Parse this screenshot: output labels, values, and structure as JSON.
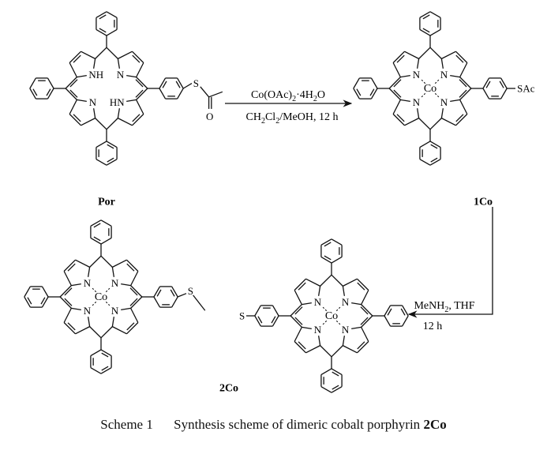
{
  "atoms": {
    "N": "N",
    "NH": "NH",
    "HN": "HN",
    "Co": "Co",
    "S": "S",
    "O": "O",
    "SAc": "SAc"
  },
  "compounds": {
    "por": "Por",
    "c1": "1Co",
    "c2": "2Co"
  },
  "step1": {
    "above": [
      [
        "Co(OAc)",
        ""
      ],
      [
        "2",
        "sub"
      ],
      [
        "·4H",
        ""
      ],
      [
        "2",
        "sub"
      ],
      [
        "O",
        ""
      ]
    ],
    "below": [
      [
        "CH",
        ""
      ],
      [
        "2",
        "sub"
      ],
      [
        "Cl",
        ""
      ],
      [
        "2",
        "sub"
      ],
      [
        "/MeOH, 12 h",
        ""
      ]
    ]
  },
  "step2": {
    "above": [
      [
        "MeNH",
        ""
      ],
      [
        "2",
        "sub"
      ],
      [
        ", THF",
        ""
      ]
    ],
    "below": [
      [
        "12 h",
        ""
      ]
    ]
  },
  "caption": {
    "label": "Scheme 1",
    "text": "Synthesis scheme of dimeric cobalt porphyrin",
    "compound": "2Co"
  }
}
